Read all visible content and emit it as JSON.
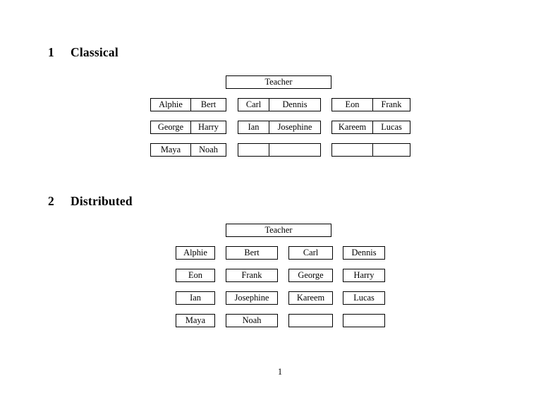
{
  "document": {
    "page_number": "1"
  },
  "sections": [
    {
      "number": "1",
      "title": "Classical",
      "teacher_label": "Teacher",
      "groups": [
        {
          "rows": [
            [
              "Alphie",
              "Bert"
            ],
            [
              "George",
              "Harry"
            ],
            [
              "Maya",
              "Noah"
            ]
          ]
        },
        {
          "rows": [
            [
              "Carl",
              "Dennis"
            ],
            [
              "Ian",
              "Josephine"
            ],
            [
              "",
              ""
            ]
          ]
        },
        {
          "rows": [
            [
              "Eon",
              "Frank"
            ],
            [
              "Kareem",
              "Lucas"
            ],
            [
              "",
              ""
            ]
          ]
        }
      ]
    },
    {
      "number": "2",
      "title": "Distributed",
      "teacher_label": "Teacher",
      "grid": [
        [
          "Alphie",
          "Bert",
          "Carl",
          "Dennis"
        ],
        [
          "Eon",
          "Frank",
          "George",
          "Harry"
        ],
        [
          "Ian",
          "Josephine",
          "Kareem",
          "Lucas"
        ],
        [
          "Maya",
          "Noah",
          "",
          ""
        ]
      ]
    }
  ]
}
